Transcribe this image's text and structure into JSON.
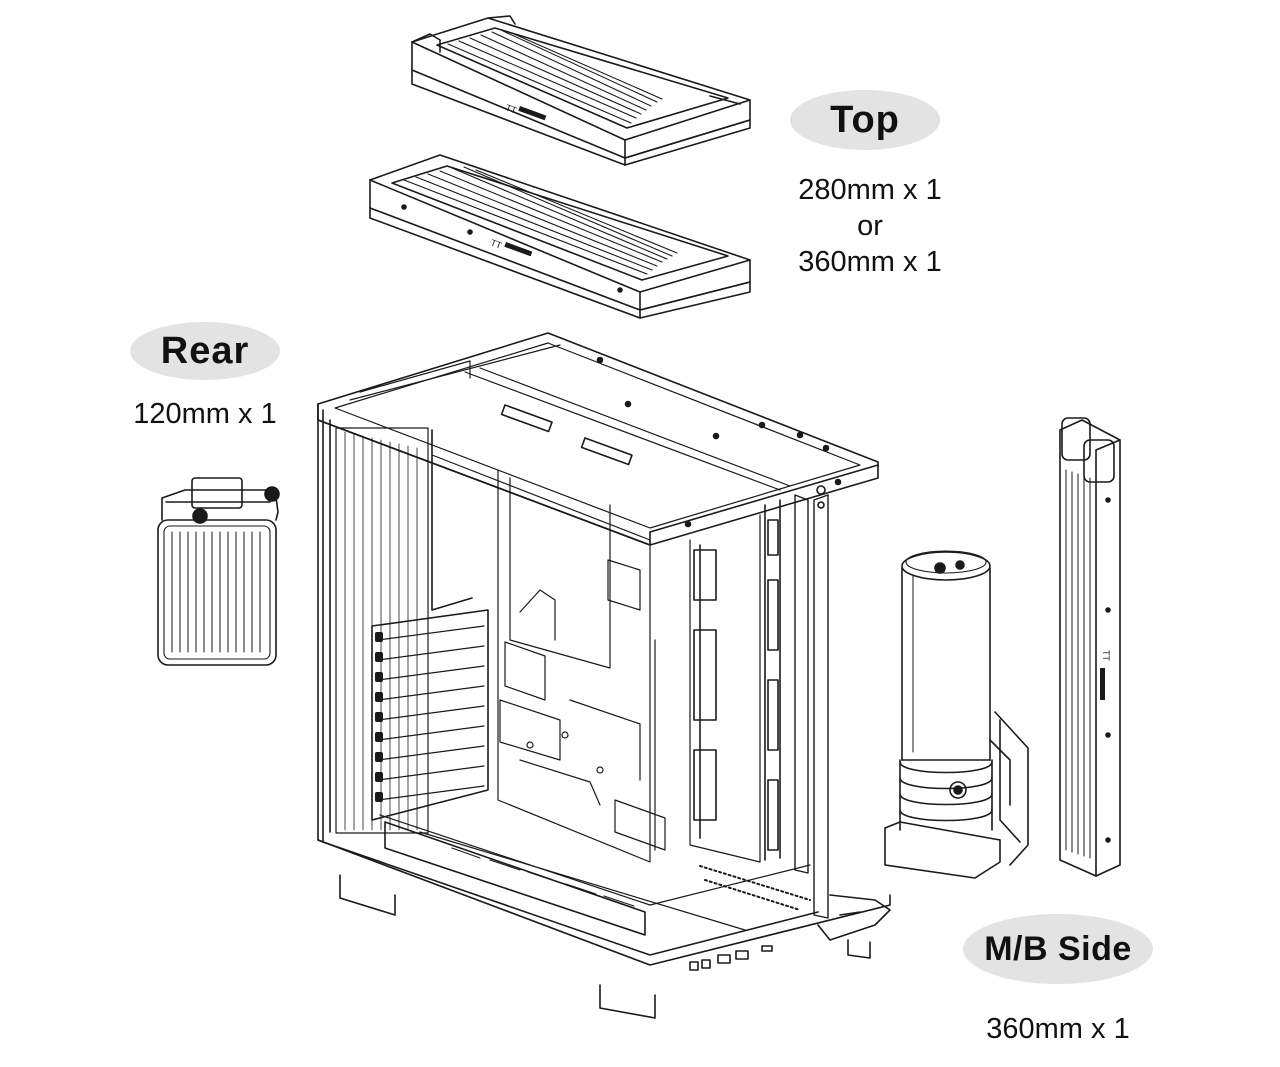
{
  "labels": {
    "top": {
      "title": "Top",
      "lines": [
        "280mm x 1",
        "or",
        "360mm x 1"
      ]
    },
    "rear": {
      "title": "Rear",
      "lines": [
        "120mm x 1"
      ]
    },
    "mb_side": {
      "title": "M/B Side",
      "lines": [
        "360mm x 1"
      ]
    }
  },
  "colors": {
    "line": "#1a1a1a",
    "pill": "#e3e3e3",
    "background": "#ffffff"
  }
}
